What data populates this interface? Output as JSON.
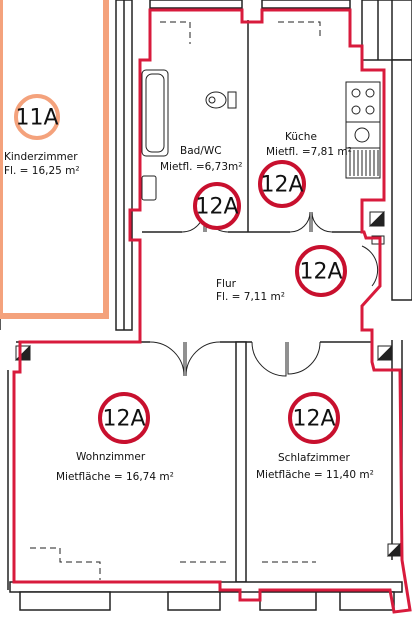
{
  "rooms": [
    {
      "id": "kinderzimmer",
      "name": "Kinderzimmer",
      "area_label": "Fl.  =  16,25 m²",
      "badge": "11A"
    },
    {
      "id": "bad",
      "name": "Bad/WC",
      "area_label": "Mietfl. =6,73m²",
      "badge": "12A"
    },
    {
      "id": "kueche",
      "name": "Küche",
      "area_label": "Mietfl.  =7,81 m²",
      "badge": "12A"
    },
    {
      "id": "flur",
      "name": "Flur",
      "area_label": "Fl.  =   7,11  m²",
      "badge": "12A"
    },
    {
      "id": "wohnzimmer",
      "name": "Wohnzimmer",
      "area_label": "Mietfläche  =  16,74  m²",
      "badge": "12A"
    },
    {
      "id": "schlafzimmer",
      "name": "Schlafzimmer",
      "area_label": "Mietfläche  =  11,40  m²",
      "badge": "12A"
    }
  ],
  "colors": {
    "unit_outline": "#d81b3c",
    "unit_11a_outline": "#f4a27c",
    "badge_11a": "#f4a27c",
    "badge_12a": "#c8102e",
    "wall": "#222222"
  }
}
